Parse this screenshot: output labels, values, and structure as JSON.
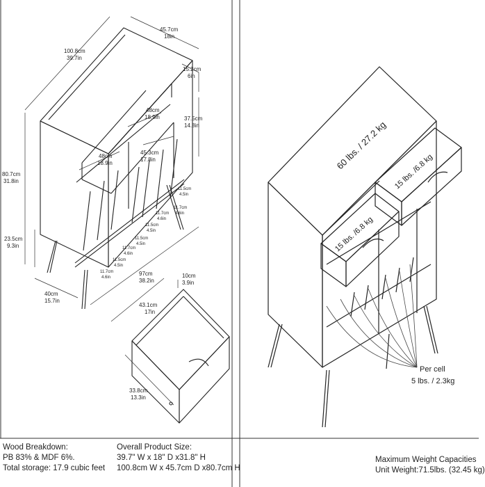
{
  "dimensions": {
    "top_width": [
      "100.8cm",
      "39.7in"
    ],
    "depth": [
      "45.7cm",
      "18in"
    ],
    "top_shelf": [
      "15.2cm",
      "6in"
    ],
    "drawer_width_top": [
      "48cm",
      "18.9in"
    ],
    "drawer_width_left": [
      "48cm",
      "18.9in"
    ],
    "drawer_depth": [
      "45.3cm",
      "17.8in"
    ],
    "drawer_height": [
      "37.5cm",
      "14.8in"
    ],
    "total_height": [
      "80.7cm",
      "31.8in"
    ],
    "leg_height": [
      "23.5cm",
      "9.3in"
    ],
    "leg_depth": [
      "40cm",
      "15.7in"
    ],
    "bottom_width": [
      "97cm",
      "38.2in"
    ],
    "dividers": [
      [
        "11.5cm",
        "4.5in"
      ],
      [
        "11.7cm",
        "4.6in"
      ],
      [
        "11.5cm",
        "4.5in"
      ],
      [
        "11.7cm",
        "4.6in"
      ],
      [
        "11.5cm",
        "4.5in"
      ],
      [
        "11.7cm",
        "4.6in"
      ],
      [
        "11.5cm",
        "4.5in"
      ],
      [
        "11.7cm",
        "4.6in"
      ]
    ]
  },
  "drawer_detail": {
    "height": [
      "10cm",
      "3.9in"
    ],
    "width": [
      "43.1cm",
      "17in"
    ],
    "depth": [
      "33.8cm",
      "13.3in"
    ]
  },
  "capacity": {
    "top": "60 lbs. / 27.2 kg",
    "drawer_left": "15 lbs. /6.8 kg",
    "drawer_right": "15 lbs. /6.8 kg",
    "per_cell_label": "Per cell",
    "per_cell_value": "5 lbs. / 2.3kg"
  },
  "info": {
    "wood_title": "Wood Breakdown:",
    "wood_value": "PB 83% & MDF 6%.",
    "storage": "Total storage: 17.9 cubic feet",
    "size_title": "Overall Product Size:",
    "size_in": "39.7\" W x 18\" D x31.8\" H",
    "size_cm": "100.8cm W x 45.7cm D x80.7cm H",
    "weight_title": "Maximum Weight Capacities",
    "weight_value": "Unit Weight:71.5lbs. (32.45 kg)"
  }
}
